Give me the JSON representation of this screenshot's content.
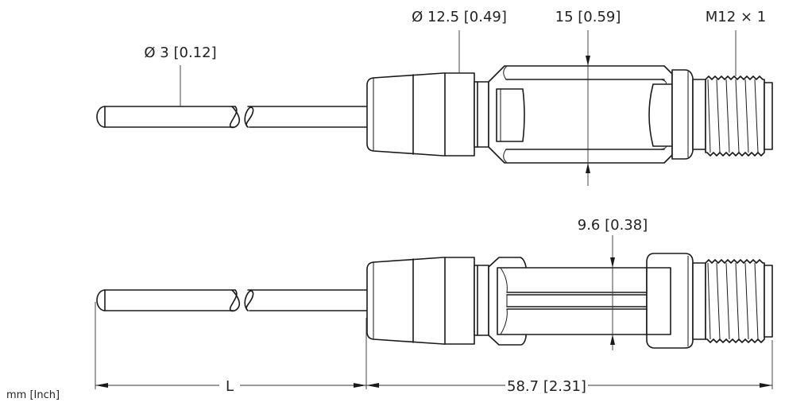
{
  "drawing": {
    "units_label": "mm [Inch]",
    "top_view": {
      "cable_diameter": "Ø 3 [0.12]",
      "nut_diameter": "Ø 12.5 [0.49]",
      "body_width": "15 [0.59]",
      "thread": "M12 × 1"
    },
    "side_view": {
      "flat_width": "9.6 [0.38]",
      "cable_length": "L",
      "connector_length": "58.7 [2.31]"
    }
  },
  "colors": {
    "line": "#1a1a1a",
    "background": "#ffffff"
  }
}
